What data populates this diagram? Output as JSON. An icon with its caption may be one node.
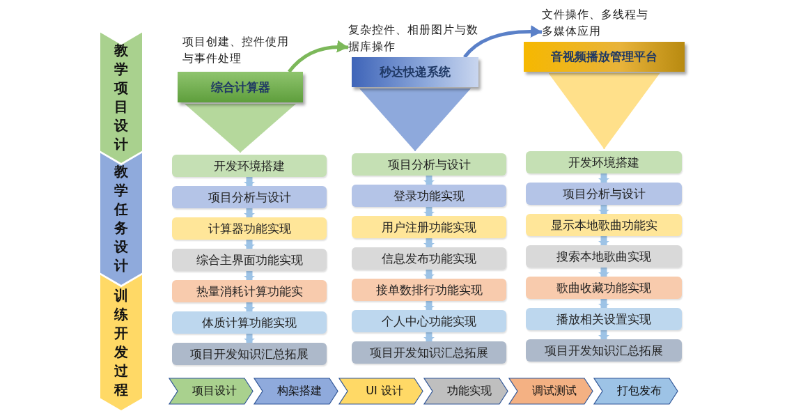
{
  "diagram": {
    "nodes": [
      {
        "text": [
          "教学项目设计"
        ]
      },
      {
        "text": [
          "教学任务设计"
        ]
      },
      {
        "text": [
          "训练开发过程"
        ]
      },
      {
        "text": [
          "综合计算器"
        ],
        "beside": [
          "项目创建、控件使用与事件处理"
        ]
      },
      {
        "text": [
          "秒达快递系统"
        ],
        "beside": [
          "复杂控件、相册图片与数据库操作"
        ]
      },
      {
        "text": [
          "音视频播放管理平台"
        ],
        "beside": [
          "文件操作、多线程与多媒体应用"
        ]
      },
      {
        "text": [
          "开发环境搭建"
        ]
      },
      {
        "text": [
          "项目分析与设计"
        ]
      },
      {
        "text": [
          "计算器功能实现"
        ]
      },
      {
        "text": [
          "综合主界面功能实现"
        ]
      },
      {
        "text": [
          "热量消耗计算功能实"
        ]
      },
      {
        "text": [
          "体质计算功能实现"
        ]
      },
      {
        "text": [
          "项目开发知识汇总拓展"
        ]
      },
      {
        "text": [
          "项目分析与设计"
        ]
      },
      {
        "text": [
          "登录功能实现"
        ]
      },
      {
        "text": [
          "用户注册功能实现"
        ]
      },
      {
        "text": [
          "信息发布功能实现"
        ]
      },
      {
        "text": [
          "接单数排行功能实现"
        ]
      },
      {
        "text": [
          "个人中心功能实现"
        ]
      },
      {
        "text": [
          "项目开发知识汇总拓展"
        ]
      },
      {
        "text": [
          "开发环境搭建"
        ]
      },
      {
        "text": [
          "项目分析与设计"
        ]
      },
      {
        "text": [
          "显示本地歌曲功能实"
        ]
      },
      {
        "text": [
          "搜索本地歌曲实现"
        ]
      },
      {
        "text": [
          "歌曲收藏功能实现"
        ]
      },
      {
        "text": [
          "播放相关设置实现"
        ]
      },
      {
        "text": [
          "项目开发知识汇总拓展"
        ]
      },
      {
        "text": [
          "项目设计"
        ]
      },
      {
        "text": [
          "构架搭建"
        ]
      },
      {
        "text": [
          "UI 设计"
        ]
      },
      {
        "text": [
          "功能实现"
        ]
      },
      {
        "text": [
          "调试测试"
        ]
      },
      {
        "text": [
          "打包发布"
        ]
      }
    ],
    "edges": [
      {
        "from": 3,
        "to": 4,
        "arrow": "to",
        "color": "#7cb85a"
      },
      {
        "from": 4,
        "to": 5,
        "arrow": "to",
        "color": "#5a80c8"
      },
      {
        "from": 3,
        "to": 6,
        "arrow": "to",
        "color": "#b5d89c"
      },
      {
        "from": 6,
        "to": 7,
        "arrow": "to"
      },
      {
        "from": 7,
        "to": 8,
        "arrow": "to"
      },
      {
        "from": 8,
        "to": 9,
        "arrow": "to"
      },
      {
        "from": 9,
        "to": 10,
        "arrow": "to"
      },
      {
        "from": 10,
        "to": 11,
        "arrow": "to"
      },
      {
        "from": 11,
        "to": 12,
        "arrow": "to"
      },
      {
        "from": 4,
        "to": 13,
        "arrow": "to",
        "color": "#8ea9dc"
      },
      {
        "from": 13,
        "to": 14,
        "arrow": "to"
      },
      {
        "from": 14,
        "to": 15,
        "arrow": "to"
      },
      {
        "from": 15,
        "to": 16,
        "arrow": "to"
      },
      {
        "from": 16,
        "to": 17,
        "arrow": "to"
      },
      {
        "from": 17,
        "to": 18,
        "arrow": "to"
      },
      {
        "from": 18,
        "to": 19,
        "arrow": "to"
      },
      {
        "from": 5,
        "to": 20,
        "arrow": "to",
        "color": "#ffe08a"
      },
      {
        "from": 20,
        "to": 21,
        "arrow": "to"
      },
      {
        "from": 21,
        "to": 22,
        "arrow": "to"
      },
      {
        "from": 22,
        "to": 23,
        "arrow": "to"
      },
      {
        "from": 23,
        "to": 24,
        "arrow": "to"
      },
      {
        "from": 24,
        "to": 25,
        "arrow": "to"
      },
      {
        "from": 25,
        "to": 26,
        "arrow": "to"
      }
    ]
  }
}
